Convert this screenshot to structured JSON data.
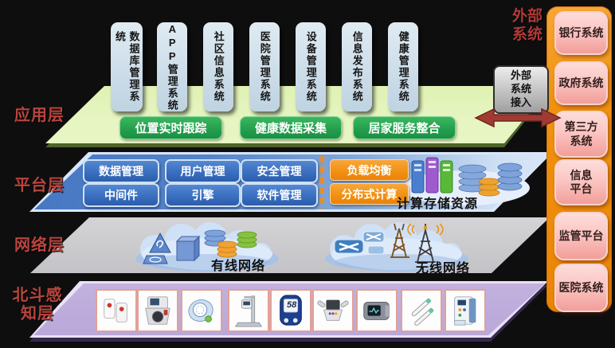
{
  "layer_labels": {
    "app": "应用层",
    "platform": "平台层",
    "network": "网络层",
    "percept": "北斗感\n知层"
  },
  "app": {
    "systems": [
      "数据库管理系\n统",
      "APP管理系统",
      "社区信息系统",
      "医院管理系统",
      "设备管理系统",
      "信息发布系统",
      "健康管理系统"
    ],
    "functions": [
      "位置实时跟踪",
      "健康数据采集",
      "居家服务整合"
    ]
  },
  "platform": {
    "modules": [
      "数据管理",
      "用户管理",
      "安全管理",
      "中间件",
      "引擎",
      "软件管理"
    ],
    "compute": [
      "负载均衡",
      "分布式计算"
    ],
    "storage_label": "计算存储资源"
  },
  "network": {
    "wired_label": "有线网络",
    "wireless_label": "无线网络"
  },
  "percept": {
    "glucose_reading": "58",
    "device_icons": [
      "sos-pendant",
      "blood-pressure-monitor",
      "fetal-doppler",
      "height-measure-station",
      "glucose-meter",
      "body-fat-analyzer",
      "pulse-oximeter",
      "digital-thermometer",
      "patient-monitor"
    ]
  },
  "external": {
    "title": "外部\n系统",
    "access_box": "外部\n系统\n接入",
    "systems": [
      "银行系统",
      "政府系统",
      "第三方\n系统",
      "信息\n平台",
      "监管平台",
      "医院系统"
    ]
  },
  "colors": {
    "label_red": "#b8453e",
    "app_band_green": "#e9f6c8",
    "button_green": "#24a04e",
    "platform_blue": "#3a6fc0",
    "accent_orange": "#f08c1e",
    "sidebar_orange": "#f0920f",
    "pink_box": "#fac6c3",
    "arrow_red": "#9d3a33"
  }
}
